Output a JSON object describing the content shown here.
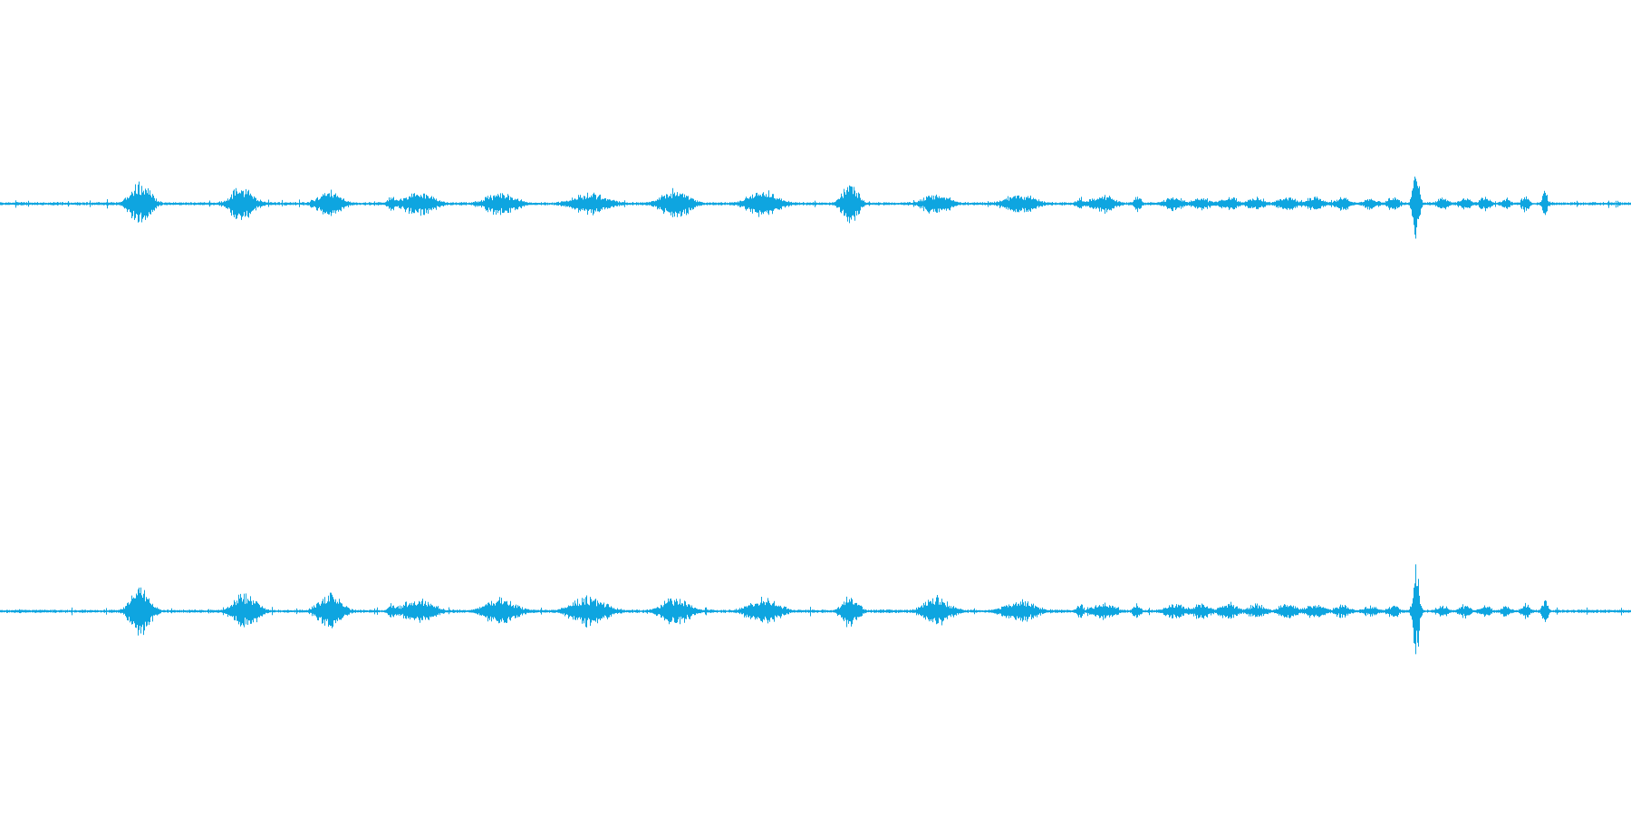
{
  "waveform": {
    "color": "#0ea5e0",
    "channels": [
      {
        "name": "left",
        "peaks": [
          {
            "t": 0.012,
            "a": 0.04,
            "w": 0.012
          },
          {
            "t": 0.02,
            "a": 0.03,
            "w": 0.01
          },
          {
            "t": 0.086,
            "a": 0.55,
            "w": 0.01
          },
          {
            "t": 0.148,
            "a": 0.38,
            "w": 0.012
          },
          {
            "t": 0.202,
            "a": 0.32,
            "w": 0.012
          },
          {
            "t": 0.24,
            "a": 0.18,
            "w": 0.004
          },
          {
            "t": 0.256,
            "a": 0.26,
            "w": 0.016
          },
          {
            "t": 0.307,
            "a": 0.25,
            "w": 0.016
          },
          {
            "t": 0.361,
            "a": 0.24,
            "w": 0.018
          },
          {
            "t": 0.414,
            "a": 0.35,
            "w": 0.014
          },
          {
            "t": 0.468,
            "a": 0.3,
            "w": 0.016
          },
          {
            "t": 0.521,
            "a": 0.45,
            "w": 0.008
          },
          {
            "t": 0.574,
            "a": 0.24,
            "w": 0.014
          },
          {
            "t": 0.625,
            "a": 0.22,
            "w": 0.016
          },
          {
            "t": 0.662,
            "a": 0.16,
            "w": 0.004
          },
          {
            "t": 0.676,
            "a": 0.2,
            "w": 0.012
          },
          {
            "t": 0.697,
            "a": 0.18,
            "w": 0.004
          },
          {
            "t": 0.72,
            "a": 0.17,
            "w": 0.01
          },
          {
            "t": 0.736,
            "a": 0.14,
            "w": 0.01
          },
          {
            "t": 0.753,
            "a": 0.17,
            "w": 0.01
          },
          {
            "t": 0.77,
            "a": 0.14,
            "w": 0.01
          },
          {
            "t": 0.789,
            "a": 0.16,
            "w": 0.01
          },
          {
            "t": 0.806,
            "a": 0.15,
            "w": 0.01
          },
          {
            "t": 0.823,
            "a": 0.16,
            "w": 0.008
          },
          {
            "t": 0.84,
            "a": 0.12,
            "w": 0.008
          },
          {
            "t": 0.854,
            "a": 0.16,
            "w": 0.006
          },
          {
            "t": 0.868,
            "a": 1.0,
            "w": 0.003
          },
          {
            "t": 0.884,
            "a": 0.14,
            "w": 0.006
          },
          {
            "t": 0.898,
            "a": 0.15,
            "w": 0.006
          },
          {
            "t": 0.91,
            "a": 0.15,
            "w": 0.006
          },
          {
            "t": 0.923,
            "a": 0.13,
            "w": 0.005
          },
          {
            "t": 0.935,
            "a": 0.2,
            "w": 0.004
          },
          {
            "t": 0.947,
            "a": 0.28,
            "w": 0.003
          }
        ]
      },
      {
        "name": "right",
        "peaks": [
          {
            "t": 0.012,
            "a": 0.04,
            "w": 0.012
          },
          {
            "t": 0.02,
            "a": 0.03,
            "w": 0.01
          },
          {
            "t": 0.086,
            "a": 0.55,
            "w": 0.01
          },
          {
            "t": 0.15,
            "a": 0.4,
            "w": 0.012
          },
          {
            "t": 0.202,
            "a": 0.38,
            "w": 0.012
          },
          {
            "t": 0.24,
            "a": 0.18,
            "w": 0.004
          },
          {
            "t": 0.256,
            "a": 0.28,
            "w": 0.016
          },
          {
            "t": 0.307,
            "a": 0.3,
            "w": 0.016
          },
          {
            "t": 0.361,
            "a": 0.32,
            "w": 0.018
          },
          {
            "t": 0.414,
            "a": 0.32,
            "w": 0.014
          },
          {
            "t": 0.468,
            "a": 0.3,
            "w": 0.016
          },
          {
            "t": 0.521,
            "a": 0.4,
            "w": 0.008
          },
          {
            "t": 0.574,
            "a": 0.32,
            "w": 0.014
          },
          {
            "t": 0.625,
            "a": 0.25,
            "w": 0.016
          },
          {
            "t": 0.662,
            "a": 0.16,
            "w": 0.004
          },
          {
            "t": 0.676,
            "a": 0.2,
            "w": 0.012
          },
          {
            "t": 0.697,
            "a": 0.18,
            "w": 0.004
          },
          {
            "t": 0.72,
            "a": 0.17,
            "w": 0.01
          },
          {
            "t": 0.736,
            "a": 0.18,
            "w": 0.01
          },
          {
            "t": 0.753,
            "a": 0.19,
            "w": 0.01
          },
          {
            "t": 0.77,
            "a": 0.16,
            "w": 0.01
          },
          {
            "t": 0.789,
            "a": 0.17,
            "w": 0.01
          },
          {
            "t": 0.806,
            "a": 0.16,
            "w": 0.01
          },
          {
            "t": 0.823,
            "a": 0.16,
            "w": 0.008
          },
          {
            "t": 0.84,
            "a": 0.12,
            "w": 0.008
          },
          {
            "t": 0.854,
            "a": 0.16,
            "w": 0.006
          },
          {
            "t": 0.868,
            "a": 1.0,
            "w": 0.003
          },
          {
            "t": 0.884,
            "a": 0.14,
            "w": 0.006
          },
          {
            "t": 0.898,
            "a": 0.15,
            "w": 0.006
          },
          {
            "t": 0.91,
            "a": 0.15,
            "w": 0.006
          },
          {
            "t": 0.923,
            "a": 0.13,
            "w": 0.005
          },
          {
            "t": 0.935,
            "a": 0.2,
            "w": 0.004
          },
          {
            "t": 0.947,
            "a": 0.28,
            "w": 0.003
          }
        ]
      }
    ]
  }
}
